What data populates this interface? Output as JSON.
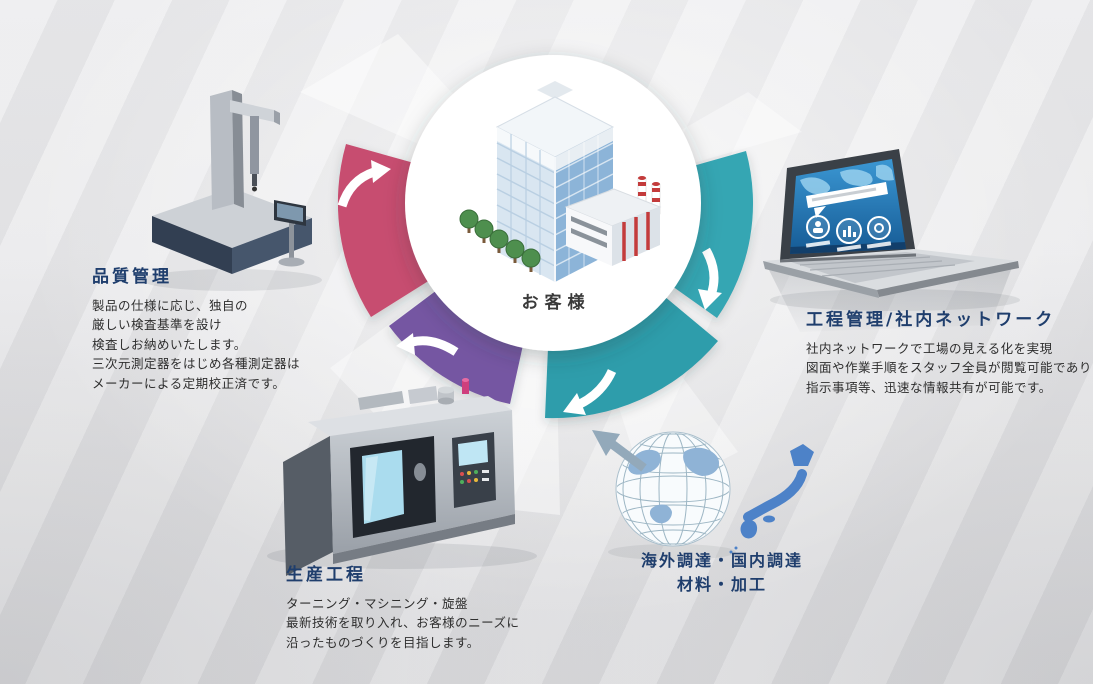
{
  "center": {
    "label": "お客様"
  },
  "sections": {
    "quality": {
      "title": "品質管理",
      "body": [
        "製品の仕様に応じ、独自の",
        "厳しい検査基準を設け",
        "検査しお納めいたします。",
        "三次元測定器をはじめ各種測定器は",
        "メーカーによる定期校正済です。"
      ]
    },
    "network": {
      "title": "工程管理/社内ネットワーク",
      "body": [
        "社内ネットワークで工場の見える化を実現",
        "図面や作業手順をスタッフ全員が閲覧可能であり",
        "指示事項等、迅速な情報共有が可能です。"
      ]
    },
    "production": {
      "title": "生産工程",
      "body": [
        "ターニング・マシニング・旋盤",
        "最新技術を取り入れ、お客様のニーズに",
        "沿ったものづくりを目指します。"
      ]
    },
    "procurement": {
      "title_line1": "海外調達・国内調達",
      "title_line2": "材料・加工"
    }
  },
  "illustrations": {
    "center": "office-building",
    "quality": "cmm-measuring-machine",
    "network": "laptop-with-dashboard",
    "production": "cnc-machine",
    "procurement": "globe-with-japan-map"
  },
  "colors": {
    "arc_pink": "#c74d6f",
    "arc_purple": "#7457a2",
    "arc_teal": "#35a6b3",
    "arc_teal_dark": "#2e9dab",
    "heading_blue": "#1f3e6d",
    "body_text": "#2e2e2e",
    "japan_blue": "#4d82c8"
  }
}
